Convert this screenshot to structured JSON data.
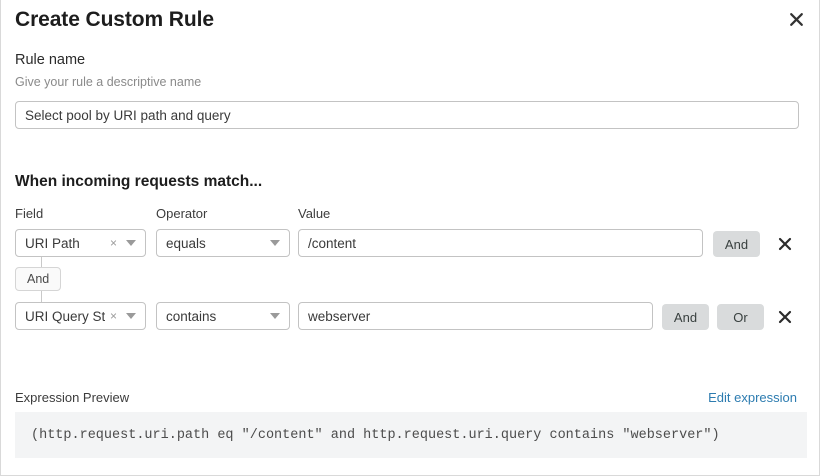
{
  "dialog": {
    "title": "Create Custom Rule",
    "close_icon": "close-icon"
  },
  "rule_name": {
    "label": "Rule name",
    "description": "Give your rule a descriptive name",
    "value": "Select pool by URI path and query",
    "placeholder": "Select pool by URI path and query"
  },
  "conditions": {
    "heading": "When incoming requests match...",
    "columns": {
      "field": "Field",
      "operator": "Operator",
      "value": "Value"
    },
    "group_connector": "And",
    "rows": [
      {
        "field": "URI Path",
        "clear_icon": "×",
        "operator": "equals",
        "value": "/content",
        "value_placeholder": "",
        "buttons": [
          "And"
        ],
        "delete_icon": "close-icon"
      },
      {
        "field": "URI Query St...",
        "clear_icon": "×",
        "operator": "contains",
        "value": "webserver",
        "value_placeholder": "",
        "buttons": [
          "And",
          "Or"
        ],
        "delete_icon": "close-icon"
      }
    ]
  },
  "expression": {
    "label": "Expression Preview",
    "edit_link": "Edit expression",
    "code": "(http.request.uri.path eq \"/content\" and http.request.uri.query contains \"webserver\")"
  },
  "colors": {
    "accent_link": "#2d7cb0",
    "button_bg": "#d9dbdc",
    "preview_bg": "#f3f4f5",
    "border": "#c3c3c3"
  }
}
